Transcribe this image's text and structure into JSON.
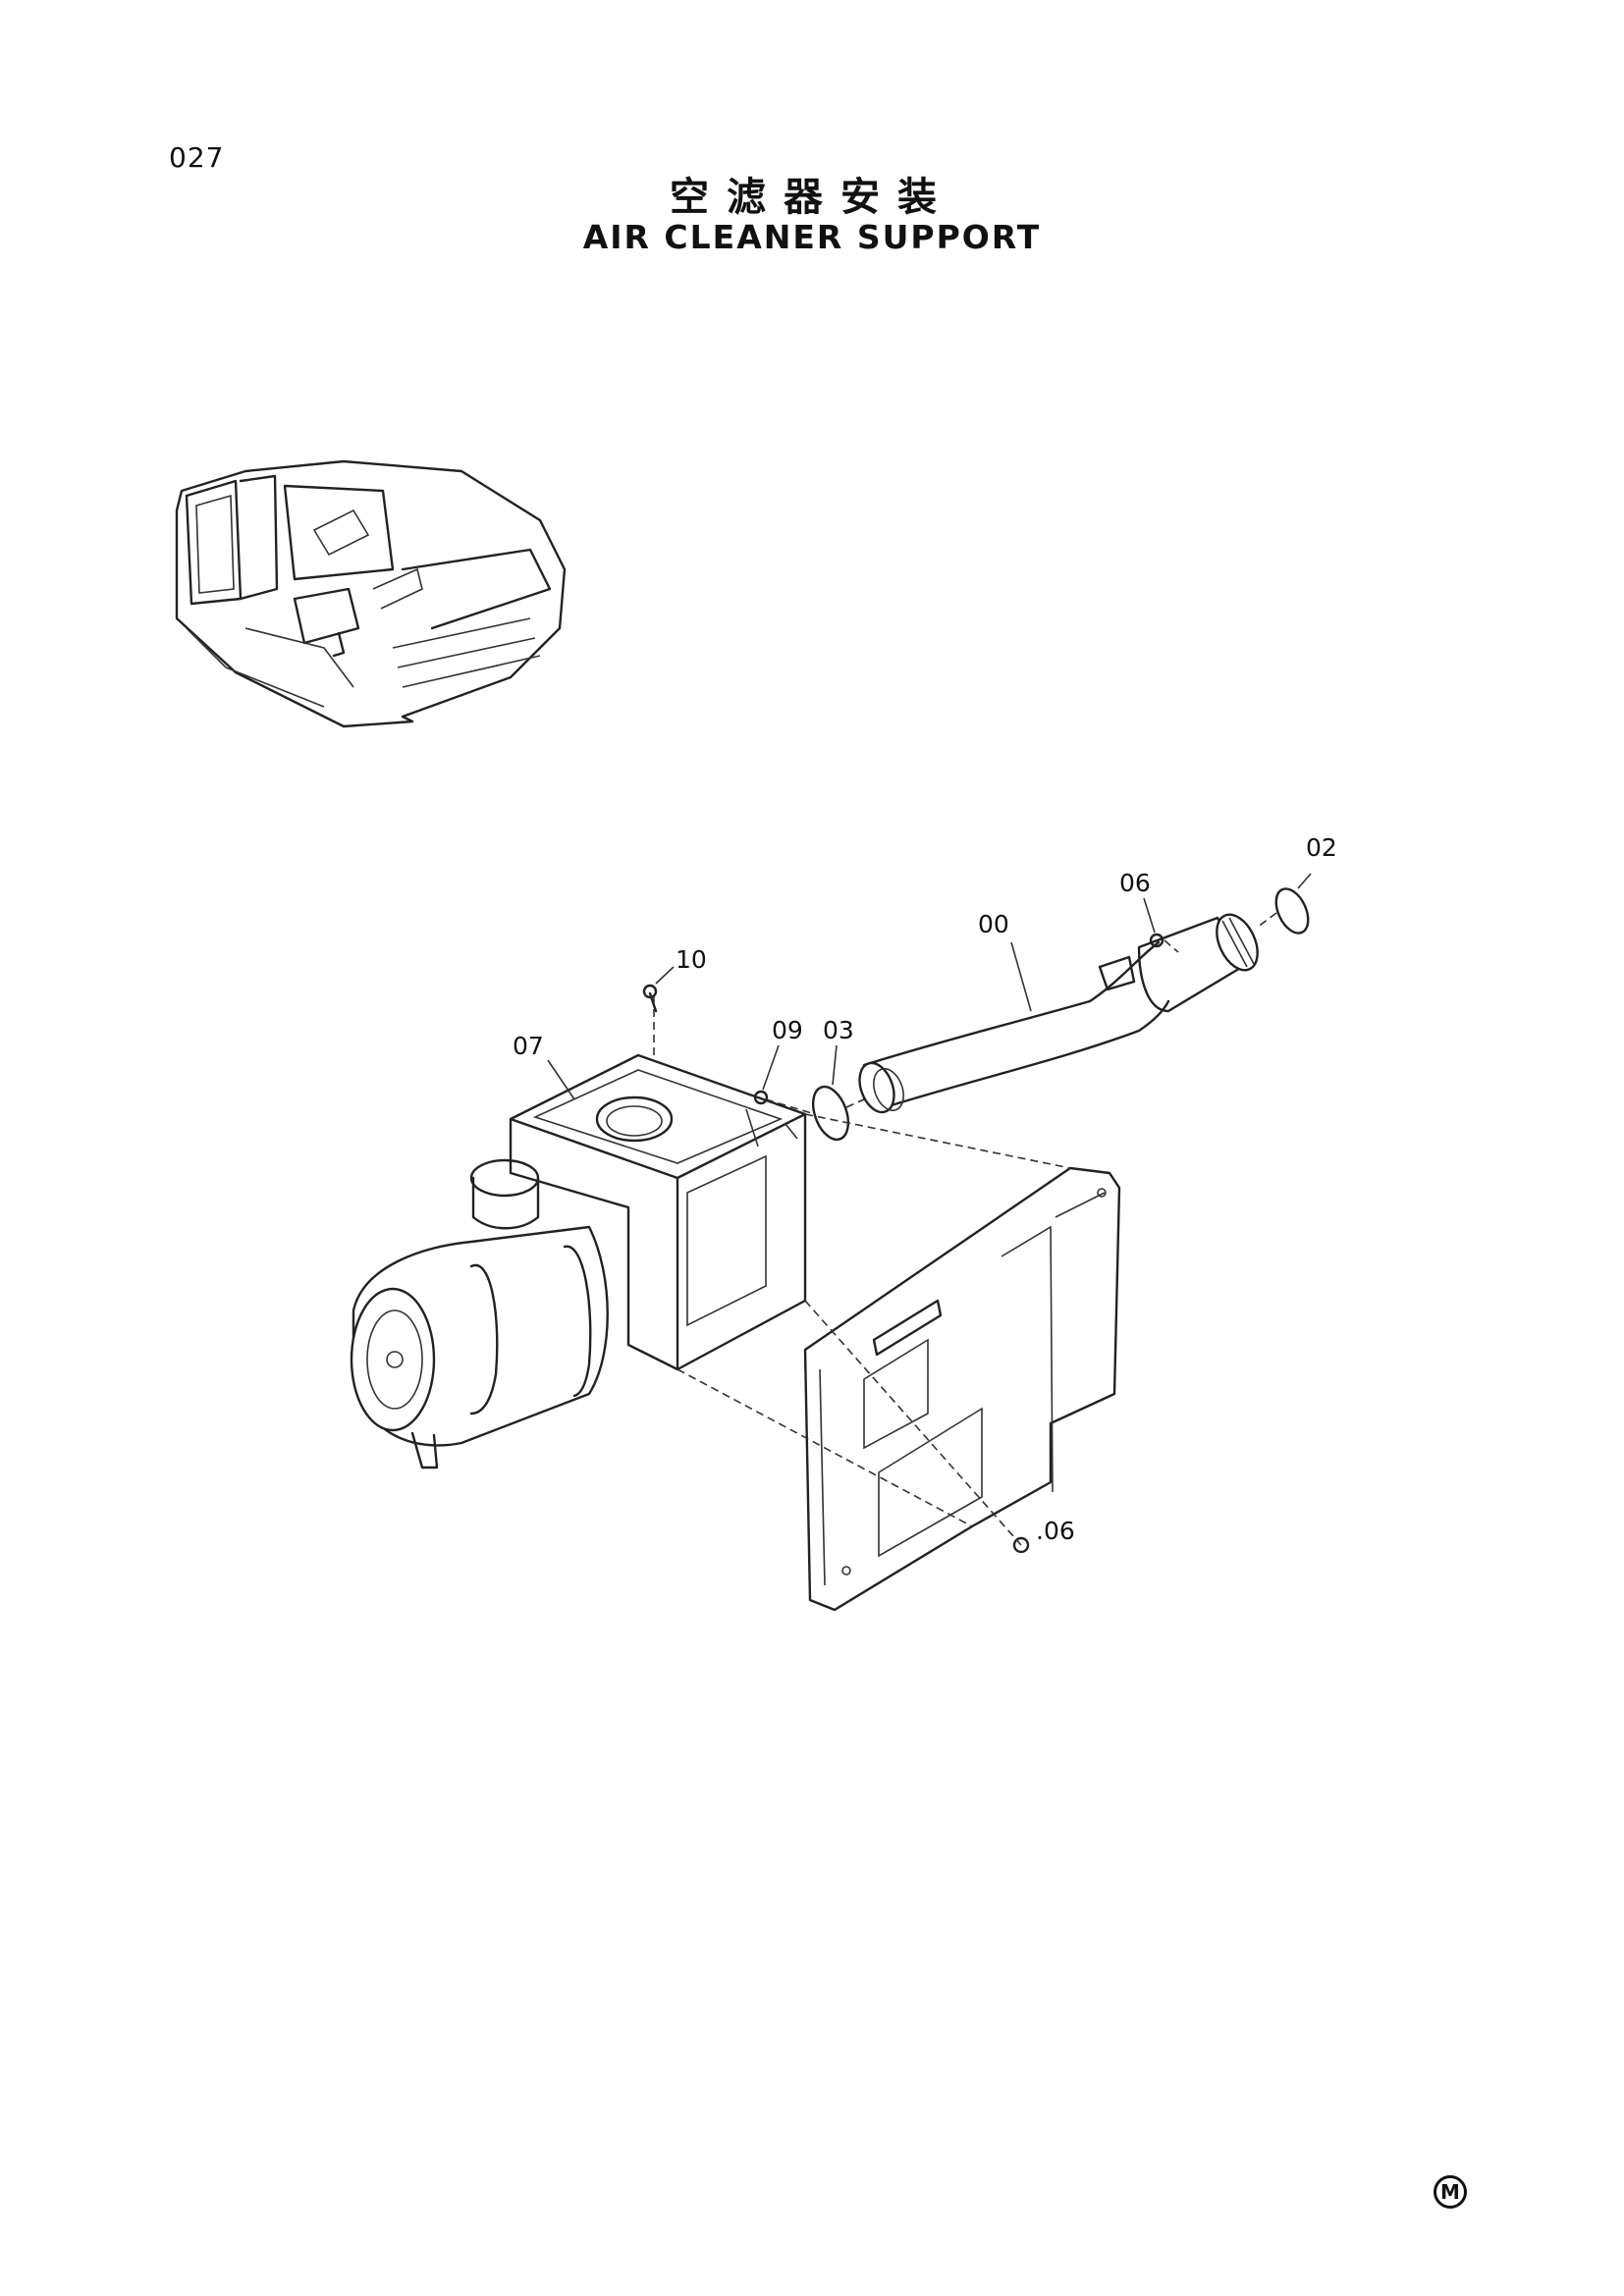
{
  "page": {
    "number": "027",
    "title_cn": "空滤器安装",
    "title_en": "AIR CLEANER SUPPORT",
    "mark": "M"
  },
  "callouts": [
    {
      "id": "c-02",
      "label": "02"
    },
    {
      "id": "c-06a",
      "label": "06"
    },
    {
      "id": "c-00",
      "label": "00"
    },
    {
      "id": "c-10",
      "label": "10"
    },
    {
      "id": "c-09",
      "label": "09"
    },
    {
      "id": "c-03",
      "label": "03"
    },
    {
      "id": "c-07",
      "label": "07"
    },
    {
      "id": "c-06b",
      "label": ".06"
    }
  ]
}
